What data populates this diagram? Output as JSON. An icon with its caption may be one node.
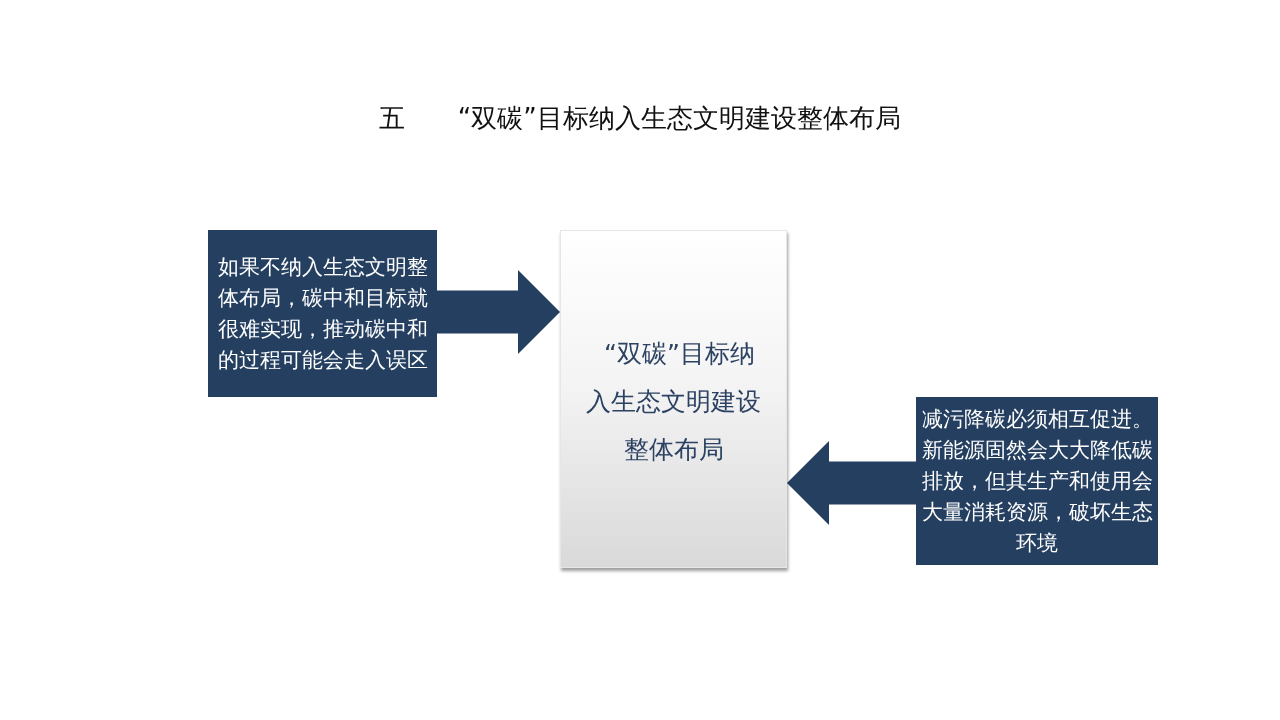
{
  "diagram": {
    "title": "五 “双碳”目标纳入生态文明建设整体布局",
    "nodes": [
      {
        "text": [
          "如果不纳入生态文明整体布局，碳中和目标就很难实现，推动碳中和的过程可能会走入误区"
        ]
      },
      {
        "text": [
          "“双碳”目标纳入生态文明建设整体布局"
        ]
      },
      {
        "text": [
          "减污降碳必须相互促进。新能源固然会大大降低碳排放，但其生产和使用会大量消耗资源，破坏生态环境"
        ]
      }
    ],
    "edges": [
      {
        "from": 0,
        "to": 1,
        "arrow": "to"
      },
      {
        "from": 2,
        "to": 1,
        "arrow": "to"
      }
    ]
  }
}
